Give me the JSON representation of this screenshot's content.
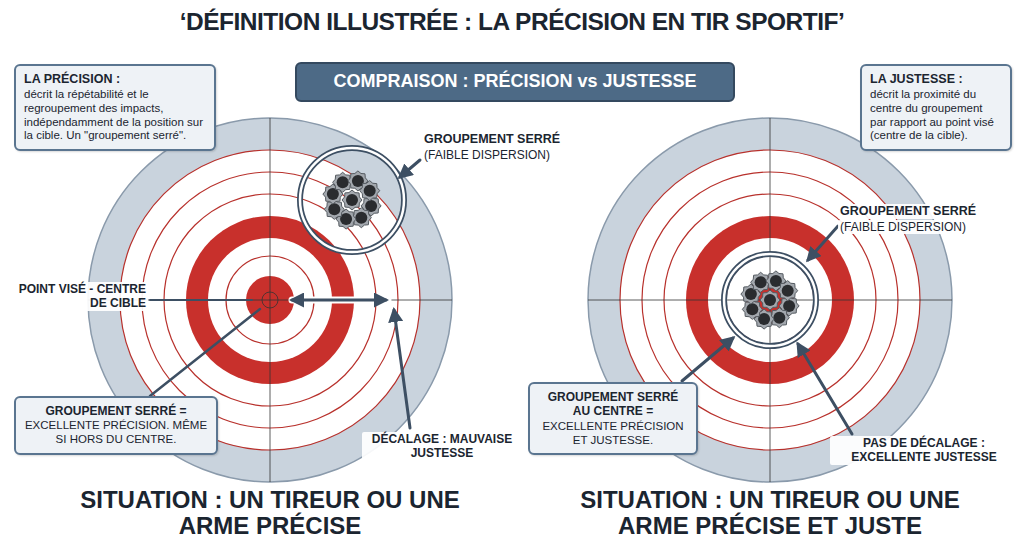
{
  "diagram": {
    "title": "‘DÉFINITION ILLUSTRÉE : LA PRÉCISION EN TIR SPORTIF’",
    "nodes": [
      {
        "text": [
          "LA PRÉCISION :",
          "décrit la répétabilité et le regroupement des impacts, indépendamment de la position sur la cible. Un \"groupement serré\"."
        ]
      },
      {
        "text": [
          "COMPRAISON : PRÉCISION vs JUSTESSE"
        ]
      },
      {
        "text": [
          "LA JUSTESSE :",
          "décrit la proximité du centre du groupement par rapport au point visé (centre de la cible)."
        ]
      },
      {
        "text": [
          "GROUPEMENT SERRÉ =",
          "EXCELLENTE PRÉCISION. MÊME SI HORS DU CENTRE."
        ]
      },
      {
        "text": [
          "GROUPEMENT SERRÉ AU CENTRE =",
          "EXCELLENTE PRÉCISION ET JUSTESSE."
        ]
      }
    ],
    "labels": [
      "GROUPEMENT SERRÉ",
      "(FAIBLE DISPERSION)",
      "POINT VISÉ - CENTRE DE CIBLE",
      "DÉCALAGE : MAUVAISE JUSTESSE",
      "SITUATION : UN TIREUR OU UNE ARME PRÉCISE",
      "GROUPEMENT SERRÉ",
      "(FAIBLE DISPERSION)",
      "PAS DE DÉCALAGE : EXCELLENTE JUSTESSE",
      "SITUATION : UN TIREUR OU UNE ARME PRÉCISE ET JUSTE"
    ]
  }
}
